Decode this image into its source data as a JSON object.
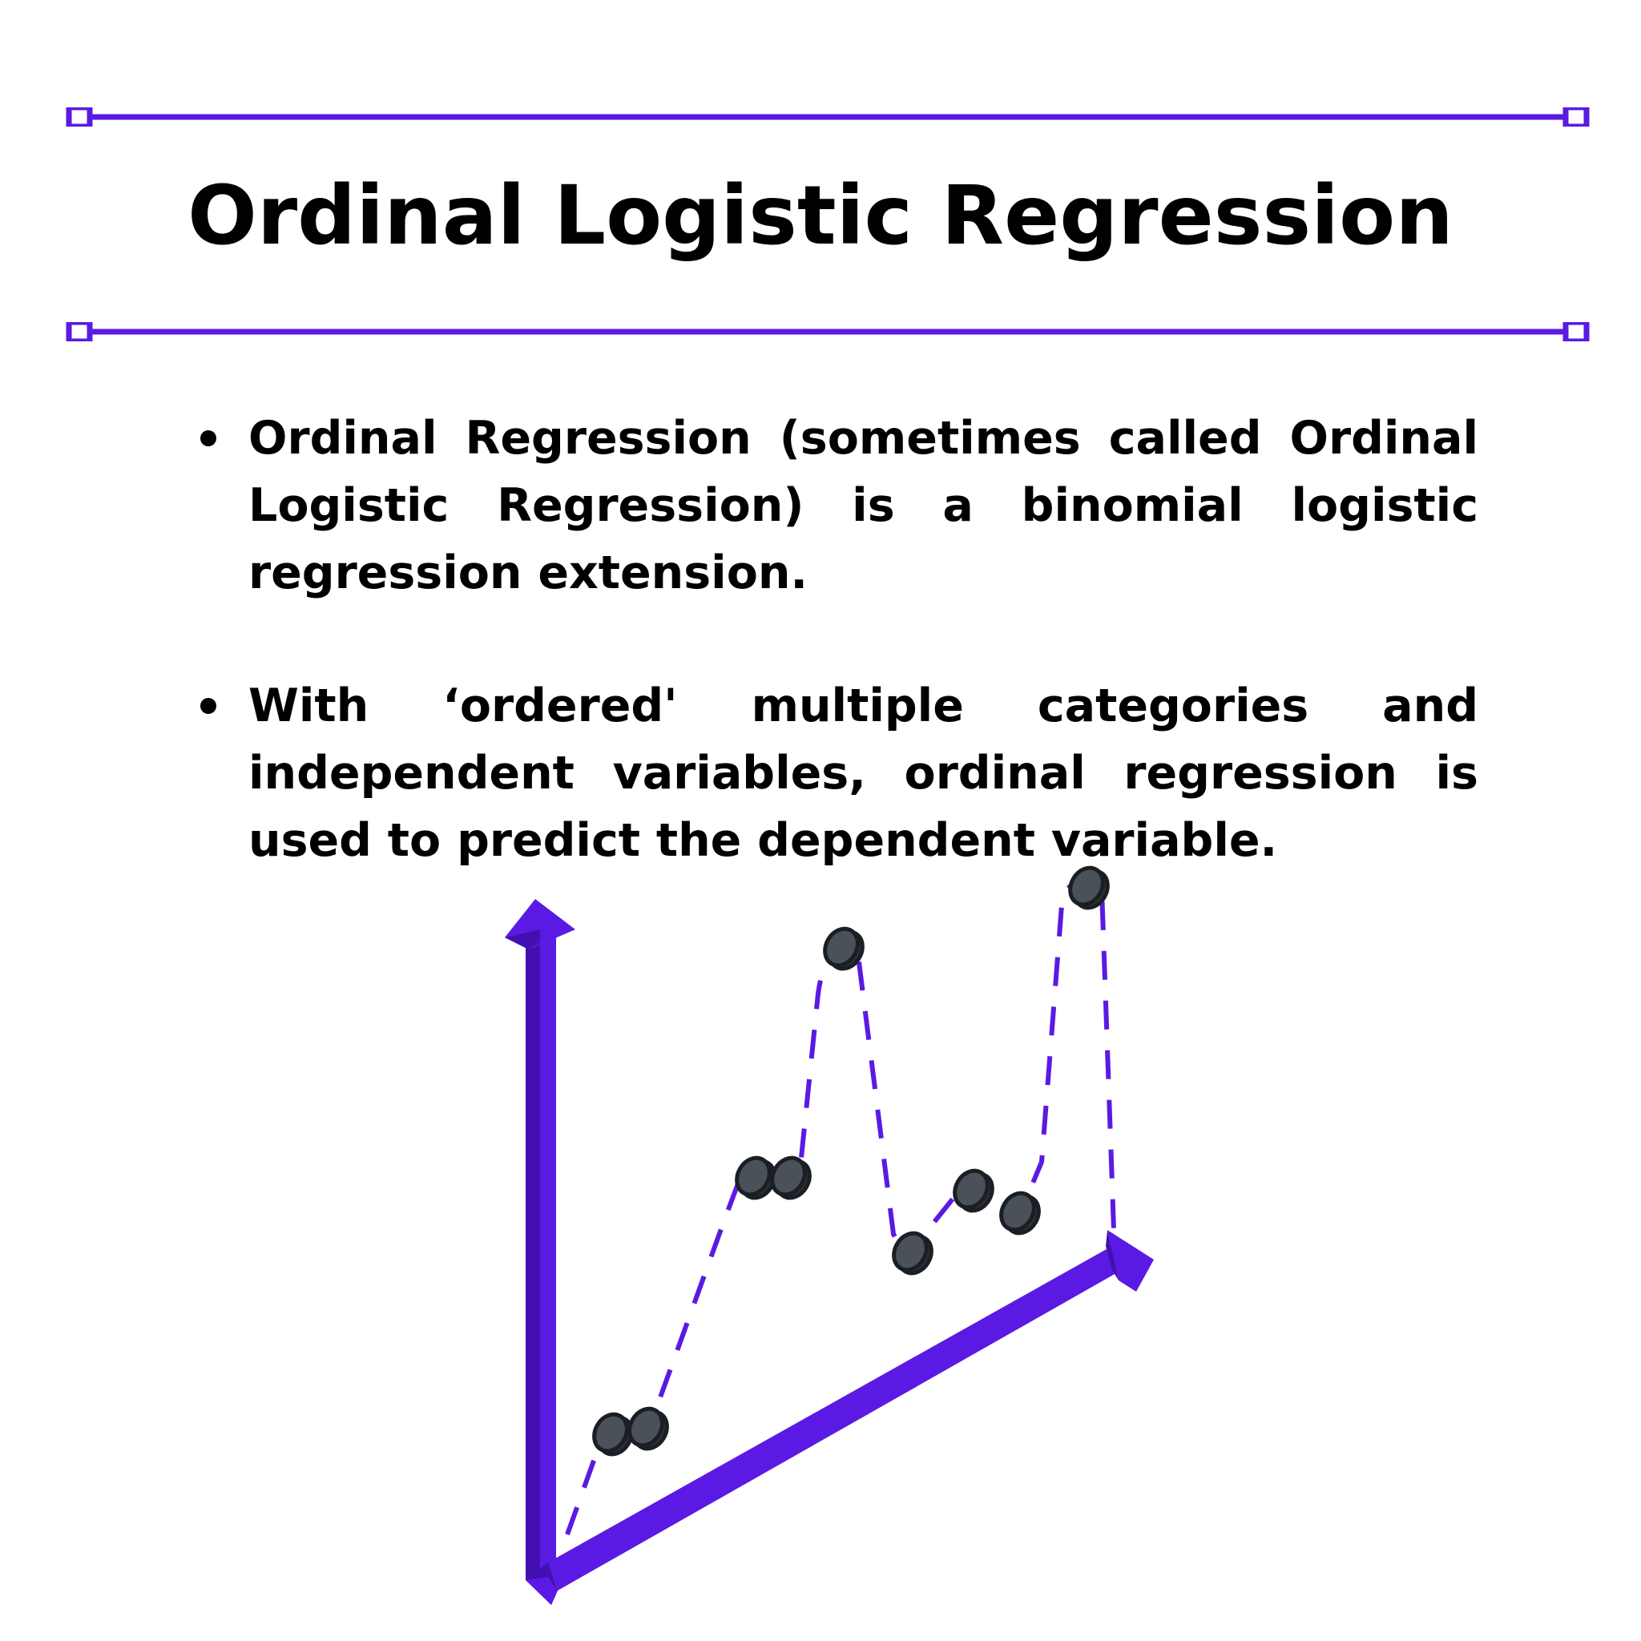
{
  "title": "Ordinal Logistic Regression",
  "bullets": [
    {
      "text": "Ordinal Regression (sometimes called Ordinal Logistic Regression) is a binomial logistic regression extension."
    },
    {
      "text": "With ‘ordered' multiple categories and independent variables, ordinal regression is used to predict the dependent variable."
    }
  ],
  "colors": {
    "accent": "#5a1ae3",
    "text": "#000000",
    "point": "#4a5158",
    "point_edge": "#1b1f23"
  },
  "icons": {
    "divider_end": "hollow-square-icon",
    "bullet": "bullet-dot-icon",
    "axis_arrow": "arrow-head-icon"
  }
}
